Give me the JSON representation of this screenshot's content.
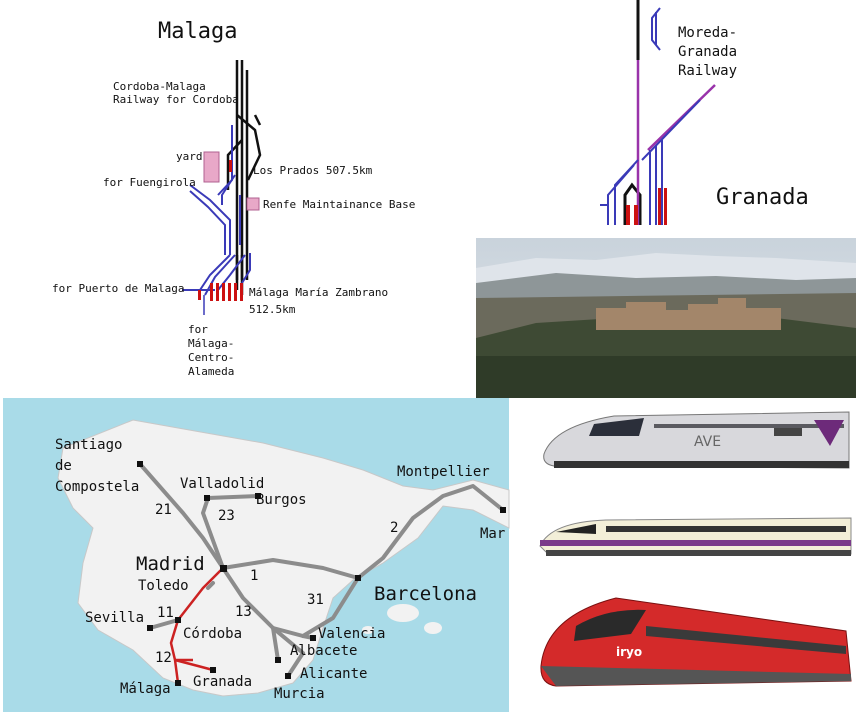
{
  "malaga_diagram": {
    "title": "Malaga",
    "labels": {
      "cordoba_line": [
        "Cordoba-Malaga",
        "Railway for Cordoba"
      ],
      "yard": "yard",
      "fuengirola": "for Fuengirola",
      "los_prados": "Los Prados 507.5km",
      "renfe_base": "Renfe Maintainance Base",
      "puerto": "for Puerto de Malaga",
      "zambrano": [
        "Málaga María Zambrano",
        "512.5km"
      ],
      "centro": [
        "for",
        "Málaga-",
        "Centro-",
        "Alameda"
      ]
    }
  },
  "granada_diagram": {
    "title": "Granada",
    "railway_label": [
      "Moreda-",
      "Granada",
      "Railway"
    ]
  },
  "map": {
    "cities": {
      "santiago": [
        "Santiago",
        "de",
        "Compostela"
      ],
      "valladolid": "Valladolid",
      "burgos": "Burgos",
      "montpellier": "Montpellier",
      "mar": "Mar",
      "madrid": "Madrid",
      "toledo": "Toledo",
      "barcelona": "Barcelona",
      "sevilla": "Sevilla",
      "cordoba": "Córdoba",
      "valencia": "Valencia",
      "albacete": "Albacete",
      "alicante": "Alicante",
      "murcia": "Murcia",
      "malaga": "Málaga",
      "granada": "Granada"
    },
    "line_numbers": {
      "l21": "21",
      "l23": "23",
      "l2": "2",
      "l1": "1",
      "l31": "31",
      "l13": "13",
      "l11": "11",
      "l12": "12"
    }
  },
  "trains": {
    "ave_logo": "AVE",
    "brand_logo": "iryo"
  },
  "colors": {
    "track_black": "#111111",
    "track_blue": "#3a3ab8",
    "track_red": "#cc1111",
    "track_purple": "#9933aa",
    "station_pink": "#e8a8c8",
    "sea": "#a9dbe8",
    "land": "#f2f2f2",
    "route_grey": "#8c8c8c",
    "route_red": "#cc2222"
  }
}
